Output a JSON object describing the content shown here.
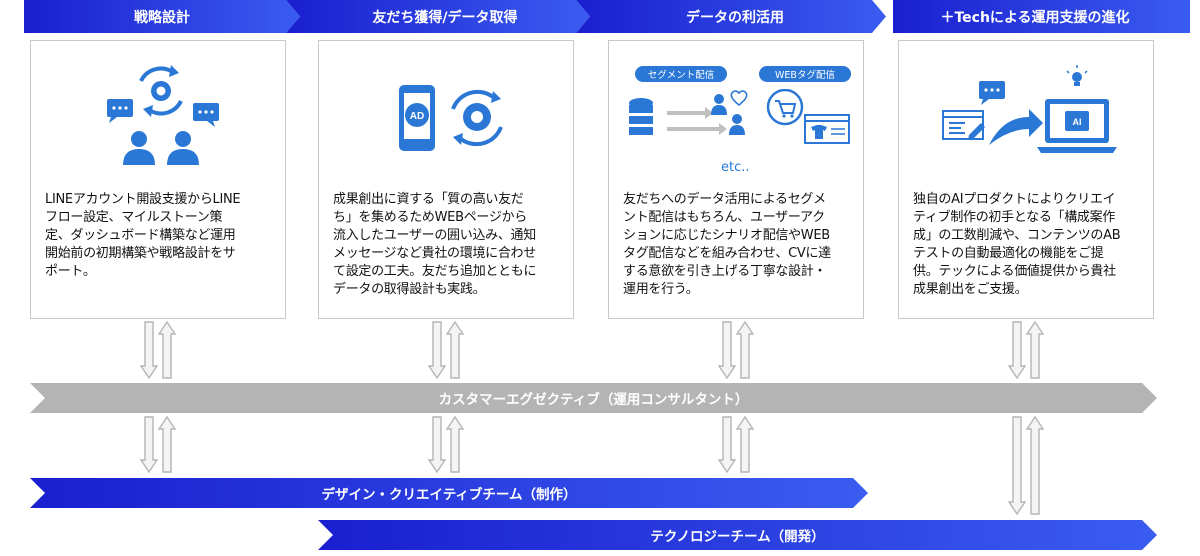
{
  "phases": [
    {
      "title": "戦略設計",
      "description": "LINEアカウント開設支援からLINE\nフロー設定、マイルストーン策\n定、ダッシュボード構築など運用\n開始前の初期構築や戦略設計をサ\nポート。"
    },
    {
      "title": "友だち獲得/データ取得",
      "description": "成果創出に資する「質の高い友だ\nち」を集めるためWEBページから\n流入したユーザーの囲い込み、通知\nメッセージなど貴社の環境に合わせ\nて設定の工夫。友だち追加とともに\nデータの取得設計も実践。"
    },
    {
      "title": "データの利活用",
      "description": "友だちへのデータ活用によるセグメ\nント配信はもちろん、ユーザーアク\nションに応じたシナリオ配信やWEB\nタグ配信などを組み合わせ、CVに達\nする意欲を引き上げる丁寧な設計・\n運用を行う。"
    },
    {
      "title": "＋Techによる運用支援の進化",
      "description": "独自のAIプロダクトによりクリエイ\nティブ制作の初手となる「構成案作\n成」の工数削減や、コンテンツのAB\nテストの自動最適化の機能をご提\n供。テックによる価値提供から貴社\n成果創出をご支援。"
    }
  ],
  "icon_labels": {
    "segment": "セグメント配信",
    "webtag": "WEBタグ配信",
    "etc": "etc..",
    "ad": "AD",
    "ai": "AI"
  },
  "bars": {
    "customer": "カスタマーエグゼクティブ（運用コンサルタント）",
    "design": "デザイン・クリエイティブチーム（制作）",
    "tech": "テクノロジーチーム（開発）"
  },
  "colors": {
    "header_dark": "#1a1fd0",
    "header_light": "#3a5cf0",
    "icon_blue": "#2a77d6",
    "gray_bar": "#b4b4b4"
  }
}
